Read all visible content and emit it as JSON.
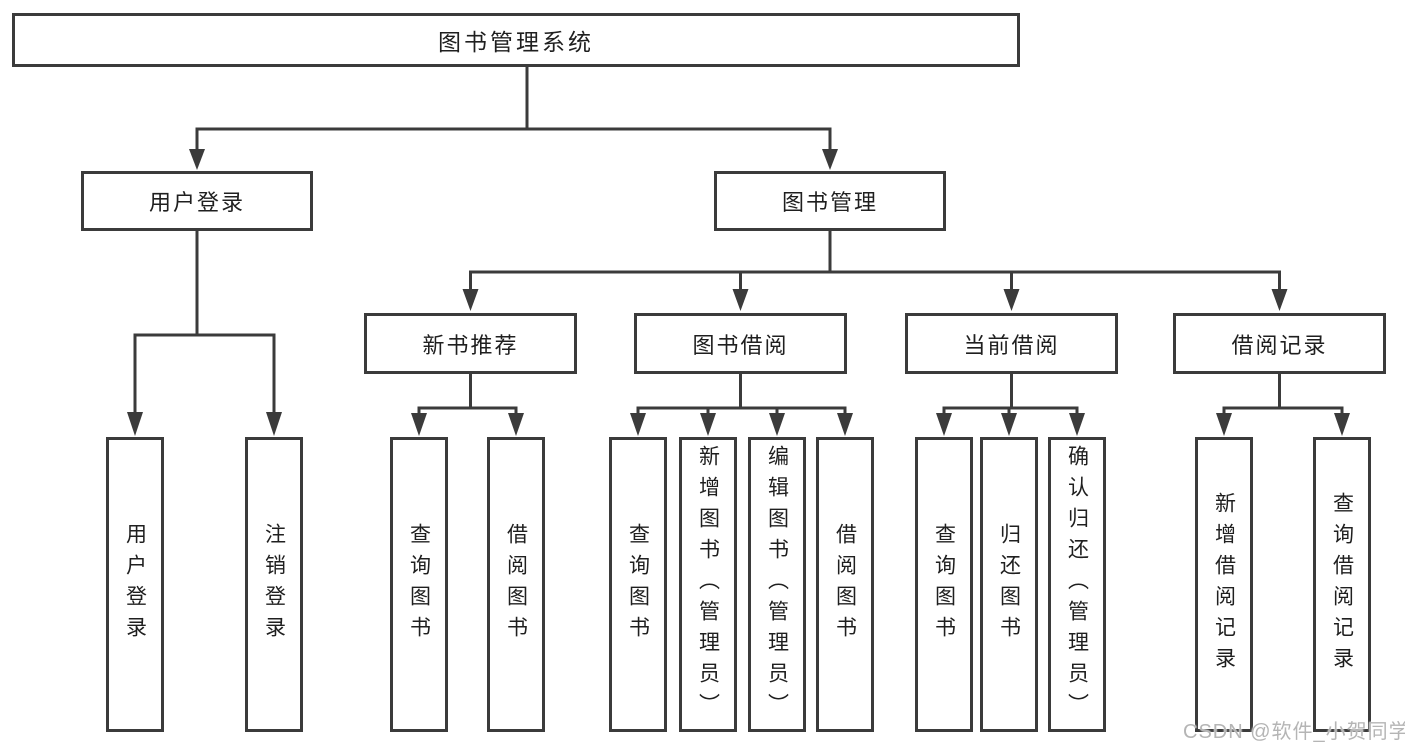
{
  "colors": {
    "background": "#ffffff",
    "line": "#3b3b3b",
    "node_border": "#3b3b3b",
    "text": "#1f1f1f",
    "watermark": "#b5b5b5"
  },
  "watermark": "CSDN @软件_小贺同学",
  "tree": {
    "root": {
      "label": "图书管理系统"
    },
    "branches": [
      {
        "label": "用户登录",
        "children": [
          {
            "label": "用户登录"
          },
          {
            "label": "注销登录"
          }
        ]
      },
      {
        "label": "图书管理",
        "children": [
          {
            "label": "新书推荐",
            "children": [
              {
                "label": "查询图书"
              },
              {
                "label": "借阅图书"
              }
            ]
          },
          {
            "label": "图书借阅",
            "children": [
              {
                "label": "查询图书"
              },
              {
                "label": "新增图书（管理员）"
              },
              {
                "label": "编辑图书（管理员）"
              },
              {
                "label": "借阅图书"
              }
            ]
          },
          {
            "label": "当前借阅",
            "children": [
              {
                "label": "查询图书"
              },
              {
                "label": "归还图书"
              },
              {
                "label": "确认归还（管理员）"
              }
            ]
          },
          {
            "label": "借阅记录",
            "children": [
              {
                "label": "新增借阅记录"
              },
              {
                "label": "查询借阅记录"
              }
            ]
          }
        ]
      }
    ]
  }
}
